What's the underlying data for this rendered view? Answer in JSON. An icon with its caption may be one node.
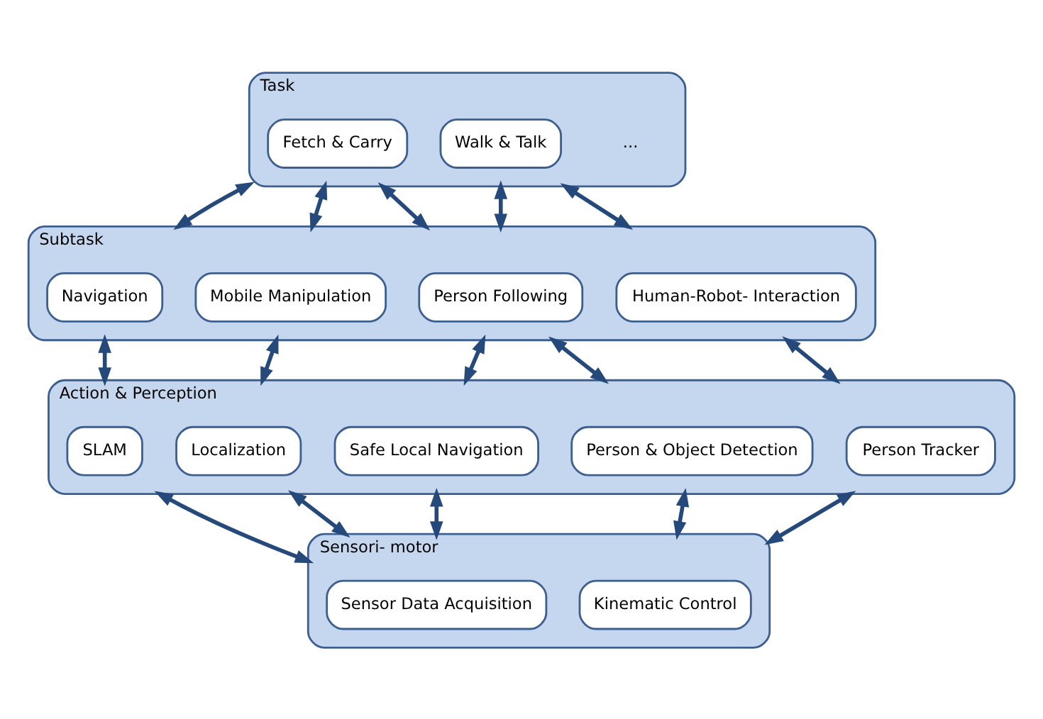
{
  "diagram": {
    "nodes": [
      {
        "text": [
          "Task"
        ]
      },
      {
        "text": [
          "Fetch & Carry"
        ],
        "in": 0
      },
      {
        "text": [
          "Walk & Talk"
        ],
        "in": 0
      },
      {
        "text": [
          "Subtask"
        ]
      },
      {
        "text": [
          "Navigation"
        ],
        "in": 3
      },
      {
        "text": [
          "Mobile Manipulation"
        ],
        "in": 3
      },
      {
        "text": [
          "Person Following"
        ],
        "in": 3
      },
      {
        "text": [
          "Human-Robot- Interaction"
        ],
        "in": 3
      },
      {
        "text": [
          "Action & Perception"
        ]
      },
      {
        "text": [
          "SLAM"
        ],
        "in": 8
      },
      {
        "text": [
          "Localization"
        ],
        "in": 8
      },
      {
        "text": [
          "Safe Local Navigation"
        ],
        "in": 8
      },
      {
        "text": [
          "Person & Object Detection"
        ],
        "in": 8
      },
      {
        "text": [
          "Person Tracker"
        ],
        "in": 8
      },
      {
        "text": [
          "Sensori- motor"
        ]
      },
      {
        "text": [
          "Sensor Data Acquisition"
        ],
        "in": 14
      },
      {
        "text": [
          "Kinematic Control"
        ],
        "in": 14
      }
    ],
    "edges": [
      {
        "from": 0,
        "to": 3,
        "arrow": "both"
      },
      {
        "from": 0,
        "to": 3,
        "arrow": "both"
      },
      {
        "from": 0,
        "to": 3,
        "arrow": "both"
      },
      {
        "from": 0,
        "to": 3,
        "arrow": "both"
      },
      {
        "from": 0,
        "to": 3,
        "arrow": "both"
      },
      {
        "from": 3,
        "to": 8,
        "arrow": "both"
      },
      {
        "from": 3,
        "to": 8,
        "arrow": "both"
      },
      {
        "from": 3,
        "to": 8,
        "arrow": "both"
      },
      {
        "from": 3,
        "to": 8,
        "arrow": "both"
      },
      {
        "from": 3,
        "to": 8,
        "arrow": "both"
      },
      {
        "from": 8,
        "to": 14,
        "arrow": "both"
      },
      {
        "from": 8,
        "to": 14,
        "arrow": "both"
      },
      {
        "from": 8,
        "to": 14,
        "arrow": "both"
      },
      {
        "from": 8,
        "to": 14,
        "arrow": "both"
      },
      {
        "from": 8,
        "to": 14,
        "arrow": "both"
      }
    ],
    "labels": [
      "..."
    ]
  }
}
